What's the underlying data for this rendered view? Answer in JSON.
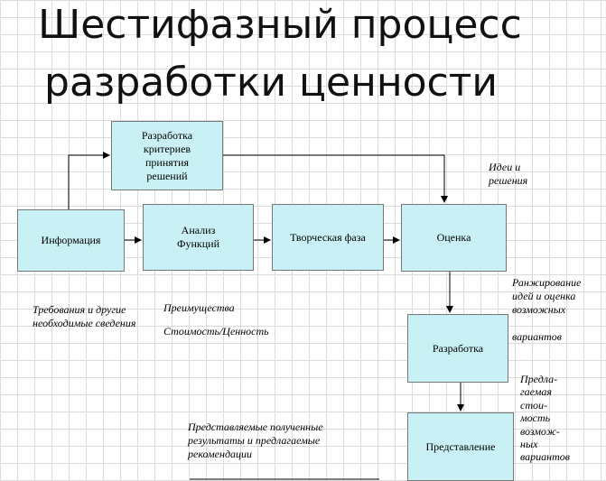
{
  "title": {
    "line1": "Шестифазный процесс",
    "line2": "разработки  ценности"
  },
  "boxes": {
    "criteria": "Разработка\nкритериев\nпринятия\nрешений",
    "information": "Информация",
    "analysis": "Анализ\nФункций",
    "creative": "Творческая фаза",
    "evaluation": "Оценка",
    "development": "Разработка",
    "presentation": "Представление"
  },
  "notes": {
    "ideas": "Идеи и\nрешения",
    "requirements": "Требования и другие\nнеобходимые сведения",
    "advantages": "Преимущества",
    "cost_value": "Стоимость/Ценность",
    "ranking": "Ранжирование\nидей и оценка\nвозможных\n\nвариантов",
    "results": "Представляемые полученные\nрезультаты и предлагаемые\nрекомендации",
    "proposed_cost": "Предла-\nгаемая\nстои-\nмость\nвозмож-\nных\nвариантов"
  },
  "colors": {
    "box_fill": "#c9f1f5",
    "box_border": "#777777",
    "grid": "#dcdcdc"
  }
}
